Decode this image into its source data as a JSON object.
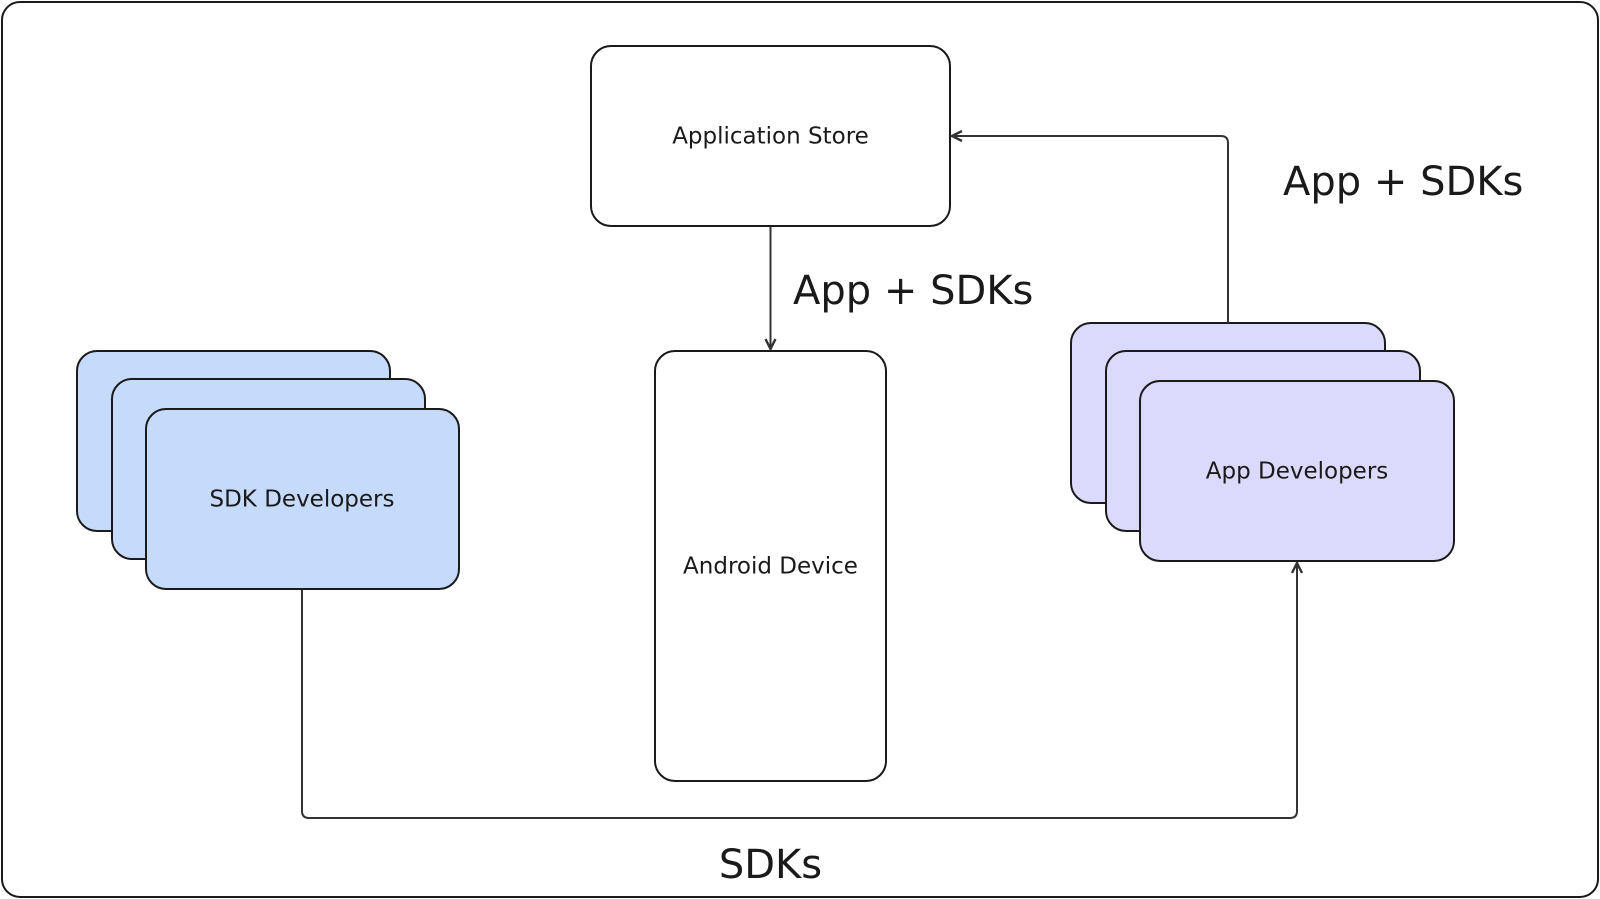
{
  "diagram": {
    "nodes": {
      "application_store": {
        "label": "Application Store"
      },
      "android_device": {
        "label": "Android Device"
      },
      "sdk_developers": {
        "label": "SDK Developers"
      },
      "app_developers": {
        "label": "App Developers"
      }
    },
    "edges": {
      "store_to_device": {
        "label": "App + SDKs"
      },
      "app_devs_to_store": {
        "label": "App + SDKs"
      },
      "sdk_devs_to_app_devs": {
        "label": "SDKs"
      }
    },
    "colors": {
      "stroke": "#1a1a1a",
      "arrow": "#333333",
      "sdk_developers_fill": "#c6dafc",
      "app_developers_fill": "#dcdafc",
      "plain_fill": "#ffffff"
    }
  }
}
